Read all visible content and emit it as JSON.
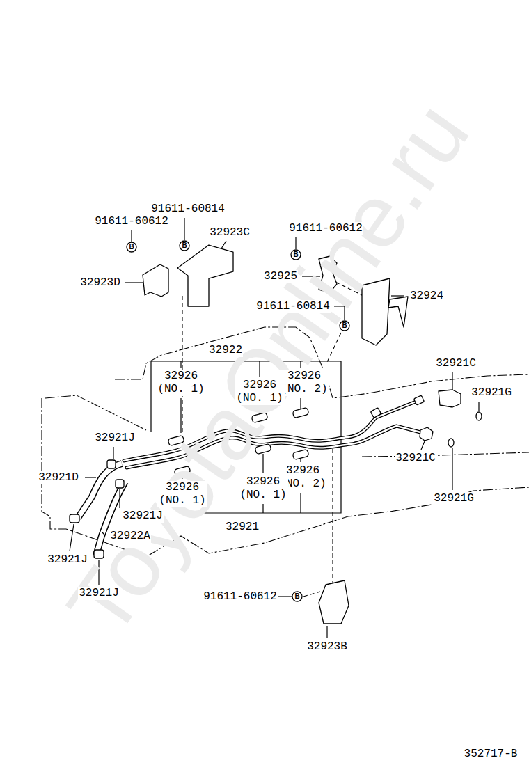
{
  "diagram": {
    "labels": [
      "91611-60814",
      "91611-60612",
      "91611-60612",
      "32923C",
      "B",
      "B",
      "B",
      "32925",
      "32923D",
      "32924",
      "91611-60814",
      "B",
      "32922",
      "32921C",
      "32926 (NO. 1)",
      "32926 (NO. 2)",
      "32926 (NO. 1)",
      "32921G",
      "32921J",
      "32921C",
      "32926 (NO. 2)",
      "32921D",
      "32926 (NO. 1)",
      "32926 (NO. 1)",
      "32921G",
      "32921J",
      "32921",
      "32922A",
      "32921J",
      "32921J",
      "91611-60612",
      "B",
      "32923B",
      "352717-B",
      "ToyotaOnline.ru"
    ]
  }
}
